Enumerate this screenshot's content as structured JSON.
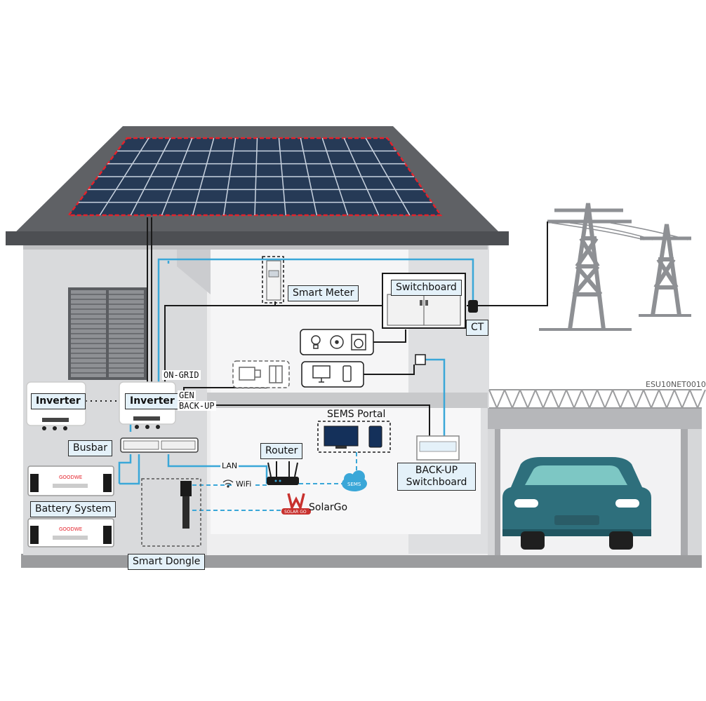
{
  "labels": {
    "smart_meter": "Smart Meter",
    "switchboard": "Switchboard",
    "ct": "CT",
    "inverter_1": "Inverter",
    "inverter_2": "Inverter",
    "on_grid": "ON-GRID",
    "gen": "GEN",
    "back_up": "BACK-UP",
    "busbar": "Busbar",
    "battery_system": "Battery System",
    "smart_dongle": "Smart Dongle",
    "router": "Router",
    "sems_portal": "SEMS Portal",
    "backup_switchboard_line1": "BACK-UP",
    "backup_switchboard_line2": "Switchboard",
    "lan": "LAN",
    "wifi": "WiFi",
    "solargo": "SolarGo",
    "model_code": "ESU10NET0010"
  },
  "device_text": {
    "battery_brand": "GOODWE",
    "sems_cloud": "SEMS",
    "solargo_badge": "SOLAR GO"
  },
  "icons": [
    "lightbulb-icon",
    "fan-icon",
    "washing-machine-icon",
    "generator-icon",
    "door-icon",
    "monitor-icon",
    "phone-icon",
    "wifi-icon",
    "cloud-icon",
    "solargo-logo-icon",
    "car-icon",
    "pylon-icon"
  ],
  "colors": {
    "roof": "#5f6165",
    "wall_light": "#e9e9eb",
    "wall_mid": "#d2d3d5",
    "ground": "#9b9c9e",
    "panel": "#263a56",
    "panel_border": "#e4222b",
    "dc_ac_line": "#3aa7d8",
    "dashed_comm": "#3aa7d8",
    "black_line": "#1a1a1a",
    "label_fill": "#e4f1f9",
    "car": "#2e6f7c",
    "car_window": "#7dc7c4"
  }
}
